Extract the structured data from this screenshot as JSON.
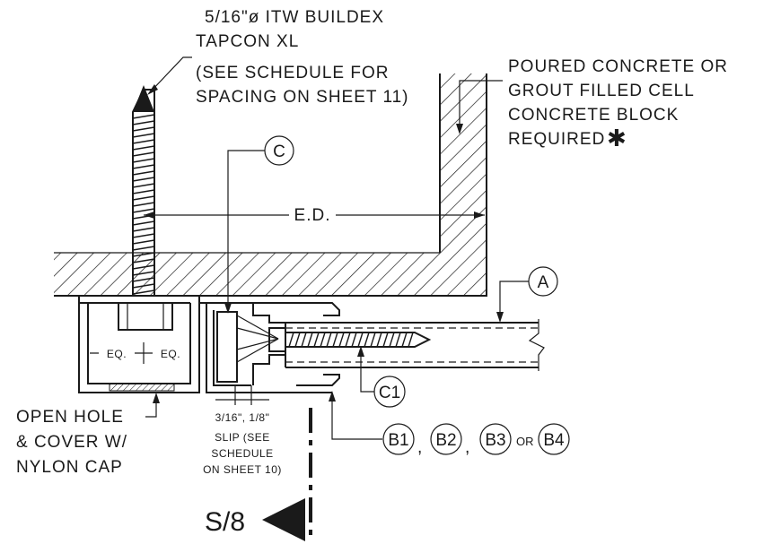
{
  "anchor_note": {
    "line1": "5/16\"ø ITW BUILDEX",
    "line2": "TAPCON XL",
    "line3": "(SEE SCHEDULE FOR",
    "line4": "SPACING ON SHEET 11)"
  },
  "substrate_note": {
    "line1": "POURED CONCRETE OR",
    "line2": "GROUT FILLED CELL",
    "line3": "CONCRETE BLOCK",
    "line4": "REQUIRED",
    "asterisk": "✱"
  },
  "edge_distance": "E.D.",
  "equal_spacing": [
    "EQ.",
    "EQ."
  ],
  "open_hole_note": {
    "line1": "OPEN HOLE",
    "line2": "& COVER W/",
    "line3": "NYLON CAP"
  },
  "slip_note": {
    "line1": "3/16\", 1/8\"",
    "line2": "SLIP (SEE",
    "line3": "SCHEDULE",
    "line4": "ON SHEET 10)"
  },
  "callouts": {
    "c": "C",
    "a": "A",
    "c1": "C1",
    "b1": "B1",
    "b2": "B2",
    "b3": "B3",
    "b4": "B4",
    "sep1": ",",
    "sep2": ",",
    "or": "OR"
  },
  "section_ref": "S/8"
}
